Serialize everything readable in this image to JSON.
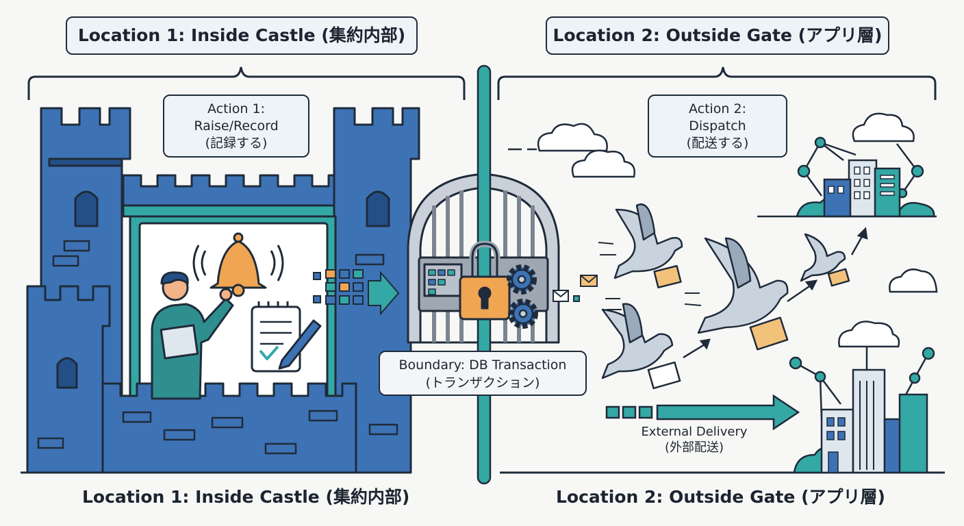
{
  "location_left": {
    "title": "Location 1: Inside Castle (集約内部)"
  },
  "location_right": {
    "title": "Location 2: Outside Gate (アプリ層)"
  },
  "action_1": {
    "line1": "Action 1:",
    "line2": "Raise/Record",
    "line3": "(記録する)"
  },
  "action_2": {
    "line1": "Action 2:",
    "line2": "Dispatch",
    "line3": "(配送する)"
  },
  "boundary": {
    "line1": "Boundary: DB Transaction",
    "line2": "(トランザクション)"
  },
  "delivery": {
    "line1": "External Delivery",
    "line2": "(外部配送)"
  },
  "footer": {
    "left": "Location 1: Inside Castle (集約内部)",
    "right": "Location 2: Outside Gate (アプリ層)"
  },
  "colors": {
    "castle_blue": "#3d73b5",
    "castle_dark": "#244f86",
    "teal": "#34a8a5",
    "bell_orange": "#f0a552",
    "gate_gray": "#9ea7b2",
    "envelope": "#f3c27a",
    "outline": "#1f2b3a"
  },
  "icons": [
    "bell-icon",
    "padlock-icon",
    "gear-icon",
    "envelope-icon",
    "pigeon-icon",
    "cloud-icon",
    "building-icon",
    "clipboard-icon"
  ]
}
